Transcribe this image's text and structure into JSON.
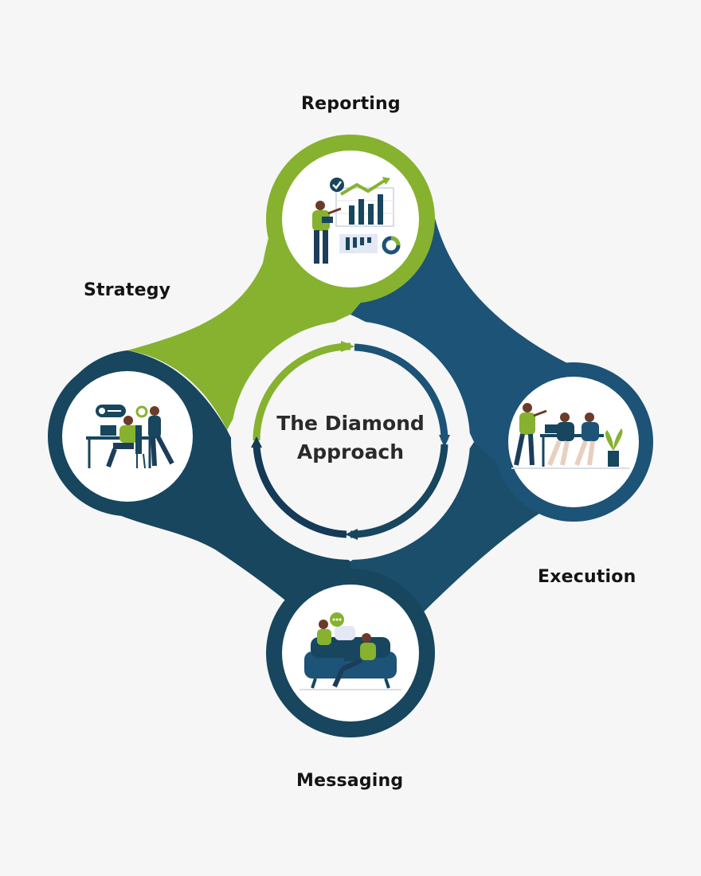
{
  "center": {
    "line1": "The Diamond",
    "line2": "Approach"
  },
  "stages": {
    "reporting": "Reporting",
    "strategy": "Strategy",
    "execution": "Execution",
    "messaging": "Messaging"
  },
  "colors": {
    "background": "#f6f6f6",
    "green": "#86b22f",
    "blue": "#1c5377",
    "dark_teal": "#17465e",
    "navy": "#143a57",
    "white": "#ffffff",
    "text": "#141414"
  },
  "icons": {
    "reporting": "presenter-bar-chart-icon",
    "strategy": "team-at-desk-icon",
    "execution": "team-meeting-icon",
    "messaging": "couple-chatting-on-sofa-icon"
  }
}
